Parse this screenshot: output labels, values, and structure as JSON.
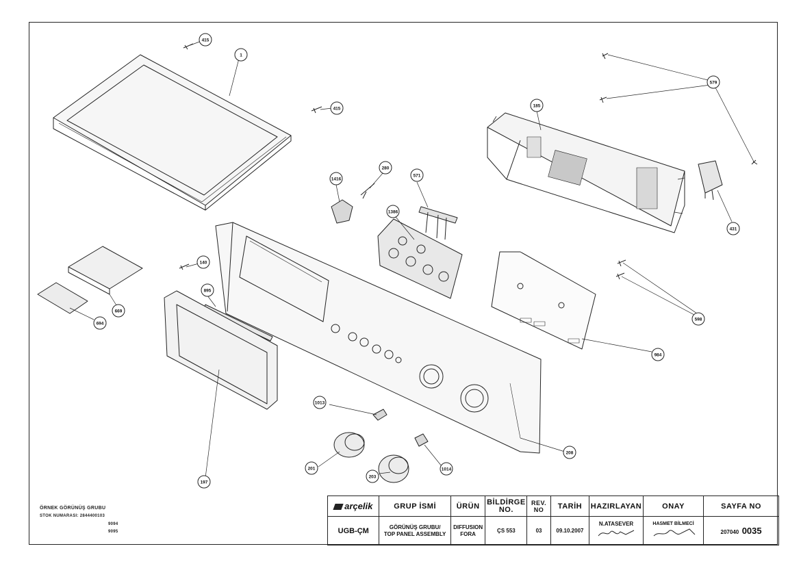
{
  "callouts": [
    {
      "label": "415"
    },
    {
      "label": "1"
    },
    {
      "label": "415"
    },
    {
      "label": "579"
    },
    {
      "label": "185"
    },
    {
      "label": "1416"
    },
    {
      "label": "280"
    },
    {
      "label": "571"
    },
    {
      "label": "1386"
    },
    {
      "label": "431"
    },
    {
      "label": "140"
    },
    {
      "label": "669"
    },
    {
      "label": "694"
    },
    {
      "label": "895"
    },
    {
      "label": "598"
    },
    {
      "label": "984"
    },
    {
      "label": "1013"
    },
    {
      "label": "208"
    },
    {
      "label": "197"
    },
    {
      "label": "201"
    },
    {
      "label": "203"
    },
    {
      "label": "1014"
    }
  ],
  "notes": {
    "line1": "ÖRNEK GÖRÜNÜŞ GRUBU",
    "line2": "STOK NUMARASI: 2844400103",
    "line3": "9094",
    "line4": "9095"
  },
  "title_block": {
    "logo": "arçelik",
    "headers": {
      "group": "GRUP İSMİ",
      "product": "ÜRÜN",
      "bildirge": "BİLDİRGE NO.",
      "rev": "REV. NO",
      "date": "TARİH",
      "prepared": "HAZIRLAYAN",
      "approved": "ONAY",
      "page": "SAYFA NO"
    },
    "values": {
      "code": "UGB-ÇM",
      "group_line1": "GÖRÜNÜŞ GRUBU/",
      "group_line2": "TOP PANEL ASSEMBLY",
      "product_line1": "DIFFUSION",
      "product_line2": "FORA",
      "bildirge": "ÇS 553",
      "rev": "03",
      "date": "09.10.2007",
      "prepared": "N.ATASEVER",
      "approved": "HASMET BİLMECİ",
      "page_prefix": "207040",
      "page_number": "0035"
    }
  }
}
